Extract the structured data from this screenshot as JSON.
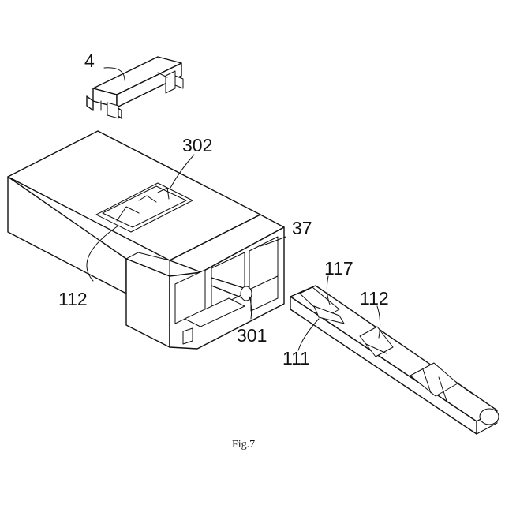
{
  "labels": {
    "part_4": "4",
    "part_302": "302",
    "part_37": "37",
    "part_112_left": "112",
    "part_301": "301",
    "part_117": "117",
    "part_112_right": "112",
    "part_111": "111"
  },
  "caption": "Fig.7"
}
